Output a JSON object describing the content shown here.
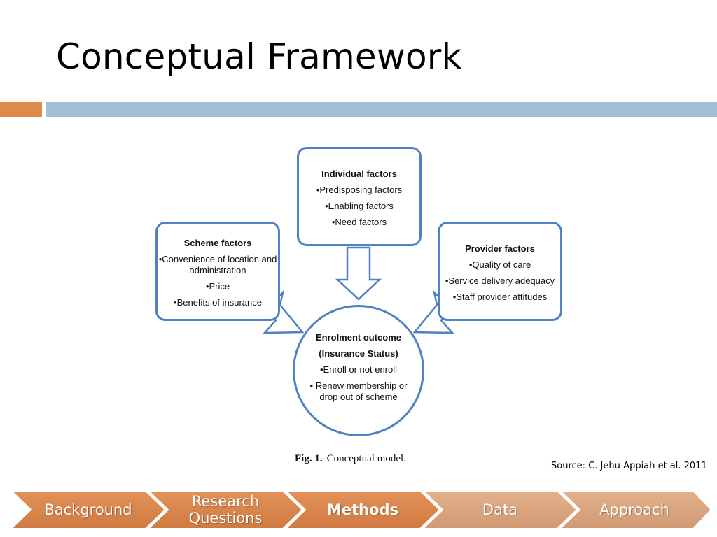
{
  "slide": {
    "title": "Conceptual Framework"
  },
  "diagram": {
    "individual": {
      "header": "Individual factors",
      "items": [
        "•Predisposing factors",
        "•Enabling factors",
        "•Need factors"
      ]
    },
    "scheme": {
      "header": "Scheme factors",
      "items": [
        "•Convenience of location and administration",
        "•Price",
        "•Benefits of insurance"
      ]
    },
    "provider": {
      "header": "Provider factors",
      "items": [
        "•Quality of care",
        "•Service delivery adequacy",
        "•Staff provider attitudes"
      ]
    },
    "outcome": {
      "header": "Enrolment outcome",
      "subheader": "(Insurance Status)",
      "items": [
        "•Enroll or not enroll",
        "• Renew membership or drop out of scheme"
      ]
    },
    "caption_label": "Fig. 1.",
    "caption_text": "Conceptual model."
  },
  "source": "Source: C. Jehu-Appiah et al. 2011",
  "nav": {
    "steps": [
      {
        "label": "Background",
        "active": false
      },
      {
        "label": "Research Questions",
        "active": false
      },
      {
        "label": "Methods",
        "active": true
      },
      {
        "label": "Data",
        "active": false
      },
      {
        "label": "Approach",
        "active": false
      }
    ]
  },
  "colors": {
    "accent_orange": "#de8a4b",
    "accent_blue": "#a3c0d8",
    "box_border": "#4f81c3",
    "nav_dark": "#d9834a",
    "nav_light": "#d9a27a"
  }
}
